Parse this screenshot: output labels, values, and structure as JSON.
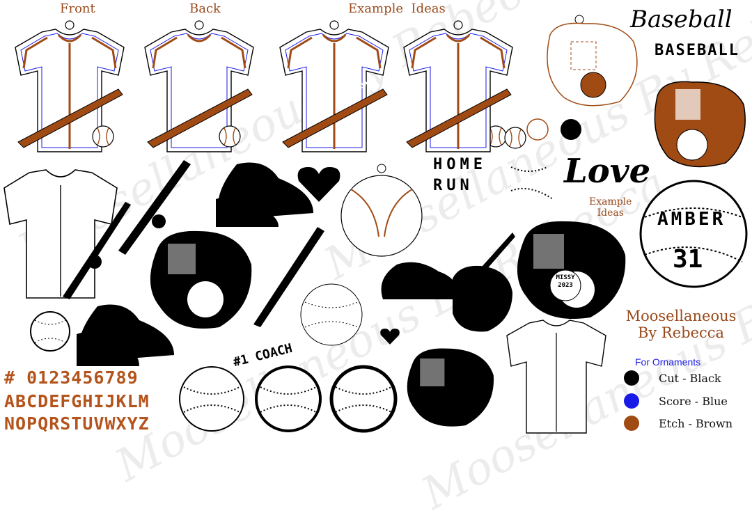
{
  "labels": {
    "front": "Front",
    "back": "Back",
    "example_ideas": "Example  Ideas",
    "title_script": "Baseball",
    "title_block": "BASEBALL",
    "love_script": "Love",
    "example_ideas_small_1": "Example",
    "example_ideas_small_2": "Ideas"
  },
  "text_items": {
    "home": "HOME",
    "run": "RUN",
    "coach_bat": "#1 COACH",
    "coach_text": "#1 COACH",
    "missy": "MISSY",
    "year": "2023",
    "name": "AMBER",
    "number": "31"
  },
  "brand": {
    "line1": "Moosellaneous",
    "line2": "By Rebecca"
  },
  "legend": {
    "title": "For Ornaments",
    "items": [
      {
        "label": "Cut - Black",
        "color": "#000000"
      },
      {
        "label": "Score - Blue",
        "color": "#1a1ae6"
      },
      {
        "label": "Etch - Brown",
        "color": "#a04a14"
      }
    ]
  },
  "font_sample": {
    "digits": "# 0123456789",
    "upper1": "ABCDEFGHIJKLM",
    "upper2": "NOPQRSTUVWXYZ"
  },
  "watermark": "Moosellaneous By Rebecca",
  "colors": {
    "brown": "#a04a14",
    "blue": "#1a1ae6",
    "black": "#000000"
  }
}
